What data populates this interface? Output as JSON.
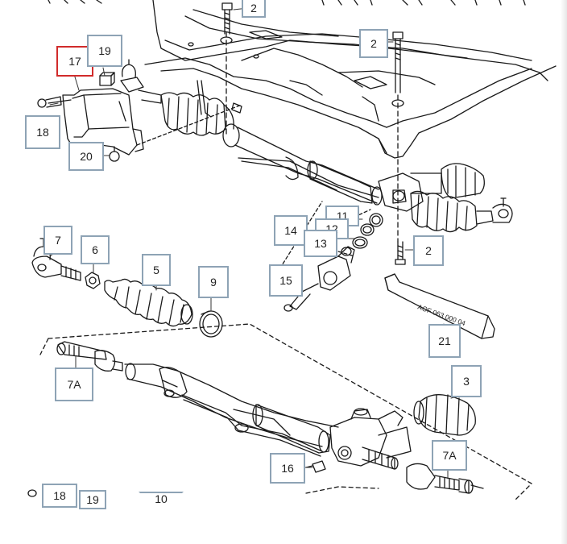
{
  "diagram": {
    "callouts": [
      {
        "id": "c2-top",
        "label": "2"
      },
      {
        "id": "c2-right",
        "label": "2"
      },
      {
        "id": "c17",
        "label": "17",
        "selected": true
      },
      {
        "id": "c19-top",
        "label": "19"
      },
      {
        "id": "c18",
        "label": "18"
      },
      {
        "id": "c20",
        "label": "20"
      },
      {
        "id": "c14",
        "label": "14"
      },
      {
        "id": "c11",
        "label": "11"
      },
      {
        "id": "c12",
        "label": "12"
      },
      {
        "id": "c13",
        "label": "13"
      },
      {
        "id": "c2-mid",
        "label": "2"
      },
      {
        "id": "c15",
        "label": "15"
      },
      {
        "id": "c7",
        "label": "7"
      },
      {
        "id": "c6",
        "label": "6"
      },
      {
        "id": "c5",
        "label": "5"
      },
      {
        "id": "c9",
        "label": "9"
      },
      {
        "id": "c21",
        "label": "21"
      },
      {
        "id": "c7a-left",
        "label": "7A"
      },
      {
        "id": "c3",
        "label": "3"
      },
      {
        "id": "c7a-right",
        "label": "7A"
      },
      {
        "id": "c16",
        "label": "16"
      },
      {
        "id": "c18-bottom",
        "label": "18"
      },
      {
        "id": "c19-bottom",
        "label": "19"
      },
      {
        "id": "c10-bottom",
        "label": "10"
      }
    ],
    "tube_label": "AOF 063 000 04",
    "colors": {
      "callout_border": "#8ea3b5",
      "selected_border": "#d12b2b",
      "line": "#1a1a1a"
    }
  }
}
